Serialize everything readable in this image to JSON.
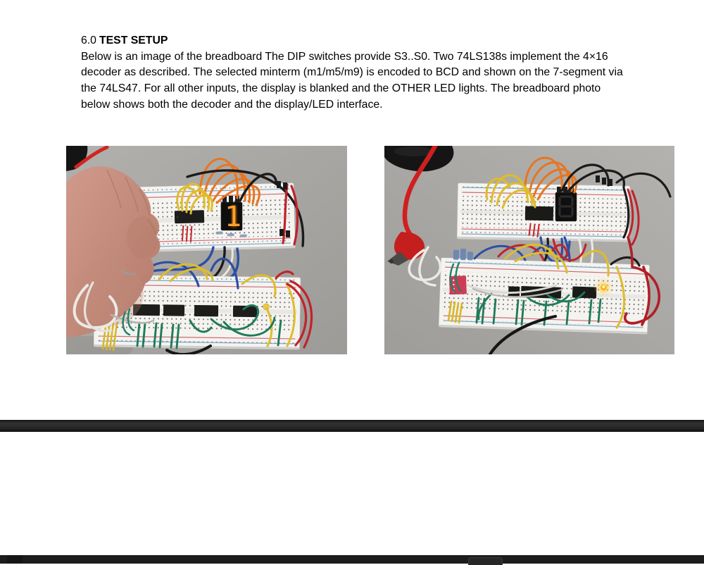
{
  "document": {
    "section_number": "6.0",
    "section_title": "TEST SETUP",
    "paragraph": "Below is an image of the breadboard The DIP switches provide S3..S0. Two 74LS138s implement the 4×16 decoder as described. The selected minterm (m1/m5/m9) is encoded to BCD and shown on the 7-segment via the 74LS47. For all other inputs, the display is blanked and the OTHER LED lights. The breadboard photo below shows both the decoder and the display/LED interface."
  },
  "figures": {
    "left_photo": {
      "label": "breadboard-photo-with-hand",
      "seven_segment_digit": "1"
    },
    "right_photo": {
      "label": "breadboard-photo-with-alligator-clip",
      "seven_segment_digit": ""
    }
  },
  "colors": {
    "page_background": "#ffffff",
    "text": "#000000",
    "page_gap_bar": "#262626",
    "bottom_bar": "#1c1c1c",
    "desk_gray": "#a9a8a5",
    "breadboard_white": "#f5f4f1",
    "wire_orange": "#e8751f",
    "wire_yellow": "#dfbc2a",
    "wire_green": "#1e7a5a",
    "wire_blue": "#2c4fa3",
    "wire_red": "#c0232b",
    "wire_black": "#1b1b1b",
    "wire_white": "#eceae5",
    "hand_skin": "#c78d7b",
    "led_yellow": "#ffc21f",
    "segment_lit_orange": "#ff9416"
  }
}
